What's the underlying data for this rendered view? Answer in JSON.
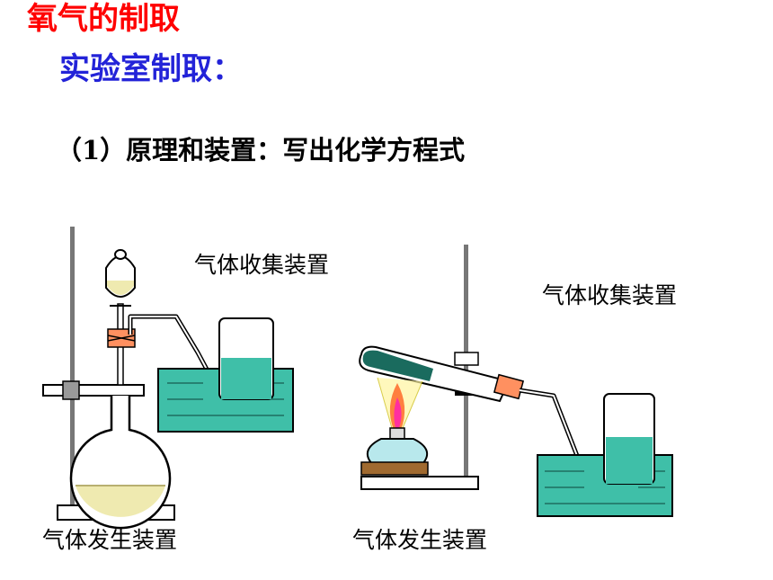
{
  "slide": {
    "title": "氧气的制取",
    "subtitle": "实验室制取：",
    "section_heading": "（1）原理和装置：写出化学方程式"
  },
  "labels": {
    "collection_left": "气体收集装置",
    "collection_right": "气体收集装置",
    "generation_left": "气体发生装置",
    "generation_right": "气体发生装置"
  },
  "colors": {
    "title": "#ff0000",
    "subtitle": "#2323d8",
    "water": "#3fbfa8",
    "liquid": "#efeab0",
    "flame_outer": "#ff7f3f",
    "flame_inner": "#ff2fa0",
    "solid_reagent": "#1a6b5e"
  }
}
